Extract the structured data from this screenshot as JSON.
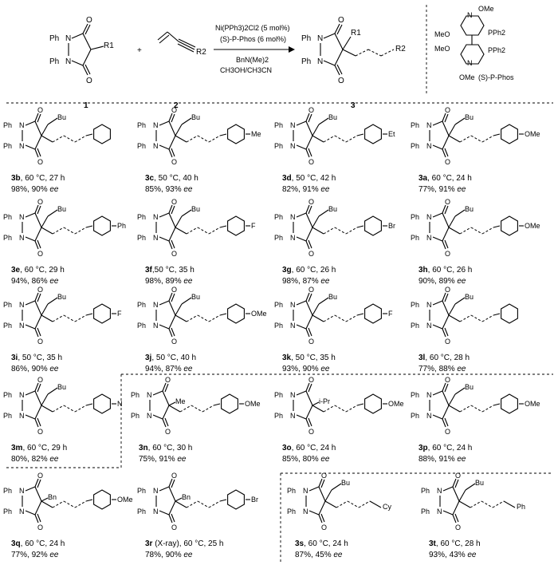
{
  "scheme": {
    "reactant1_label": "1",
    "reactant2_label": "2",
    "product_label": "3",
    "plus": "+",
    "conditions": [
      "Ni(PPh3)2Cl2 (5 mol%)",
      "(S)-P-Phos (6 mol%)",
      "BnN(Me)2",
      "CH3OH/CH3CN"
    ],
    "substituents": {
      "r1": "R1",
      "r2": "R2",
      "ph": "Ph"
    },
    "ligand": {
      "name": "(S)-P-Phos",
      "groups": [
        "OMe",
        "MeO",
        "PPh2",
        "MeO",
        "PPh2",
        "OMe"
      ],
      "atoms": [
        "N",
        "N"
      ]
    }
  },
  "entries": [
    {
      "id": "3b",
      "cond": ", 60 °C, 27 h",
      "result": "98%, 90%",
      "ee": " ee",
      "aryl_sub": ""
    },
    {
      "id": "3c",
      "cond": ", 50 °C, 40 h",
      "result": "85%, 93%",
      "ee": " ee",
      "aryl_sub": "Me"
    },
    {
      "id": "3d",
      "cond": ", 50 °C, 42 h",
      "result": "82%, 91%",
      "ee": " ee",
      "aryl_sub": "Et"
    },
    {
      "id": "3a",
      "cond": ", 60 °C, 24 h",
      "result": "77%, 91%",
      "ee": " ee",
      "aryl_sub": "OMe"
    },
    {
      "id": "3e",
      "cond": ", 60 °C, 29 h",
      "result": "94%, 86%",
      "ee": " ee",
      "aryl_sub": "Ph"
    },
    {
      "id": "3f",
      "cond": ",50 °C, 35 h",
      "result": "98%, 89%",
      "ee": " ee",
      "aryl_sub": "F"
    },
    {
      "id": "3g",
      "cond": ", 60 °C, 26 h",
      "result": "98%, 87%",
      "ee": " ee",
      "aryl_sub": "Br"
    },
    {
      "id": "3h",
      "cond": ", 60 °C, 26 h",
      "result": "90%, 89%",
      "ee": " ee",
      "aryl_sub": "OMe"
    },
    {
      "id": "3i",
      "cond": ", 50 °C, 35 h",
      "result": "86%, 90%",
      "ee": " ee",
      "aryl_sub": "F"
    },
    {
      "id": "3j",
      "cond": ", 50 °C, 40 h",
      "result": "94%, 87%",
      "ee": " ee",
      "aryl_sub": "OMe"
    },
    {
      "id": "3k",
      "cond": ", 50 °C, 35 h",
      "result": "93%, 90%",
      "ee": " ee",
      "aryl_sub": "F"
    },
    {
      "id": "3l",
      "cond": ", 60 °C, 28 h",
      "result": "77%, 88%",
      "ee": " ee",
      "aryl_sub": ""
    },
    {
      "id": "3m",
      "cond": ", 60 °C, 29 h",
      "result": "80%, 82%",
      "ee": " ee",
      "aryl_sub": "N"
    },
    {
      "id": "3n",
      "cond": ", 60 °C, 30 h",
      "result": "75%, 91%",
      "ee": " ee",
      "aryl_sub": "OMe",
      "r1": "Me"
    },
    {
      "id": "3o",
      "cond": ", 60 °C, 24 h",
      "result": "85%, 80%",
      "ee": " ee",
      "aryl_sub": "OMe",
      "r1": "i-Pr"
    },
    {
      "id": "3p",
      "cond": ", 60 °C, 24 h",
      "result": "88%, 91%",
      "ee": " ee",
      "aryl_sub": "OMe"
    },
    {
      "id": "3q",
      "cond": ", 60 °C, 24 h",
      "result": "77%, 92%",
      "ee": " ee",
      "aryl_sub": "OMe",
      "r1": "Bn"
    },
    {
      "id": "3r",
      "cond": " (X-ray), 60 °C, 25 h",
      "result": "78%, 90%",
      "ee": " ee",
      "aryl_sub": "Br",
      "r1": "Bn"
    },
    {
      "id": "3s",
      "cond": ", 60 °C, 24 h",
      "result": "87%, 45%",
      "ee": " ee",
      "aryl_sub": "Cy"
    },
    {
      "id": "3t",
      "cond": ", 60 °C, 28 h",
      "result": "93%, 43%",
      "ee": " ee",
      "aryl_sub": "Ph"
    }
  ]
}
